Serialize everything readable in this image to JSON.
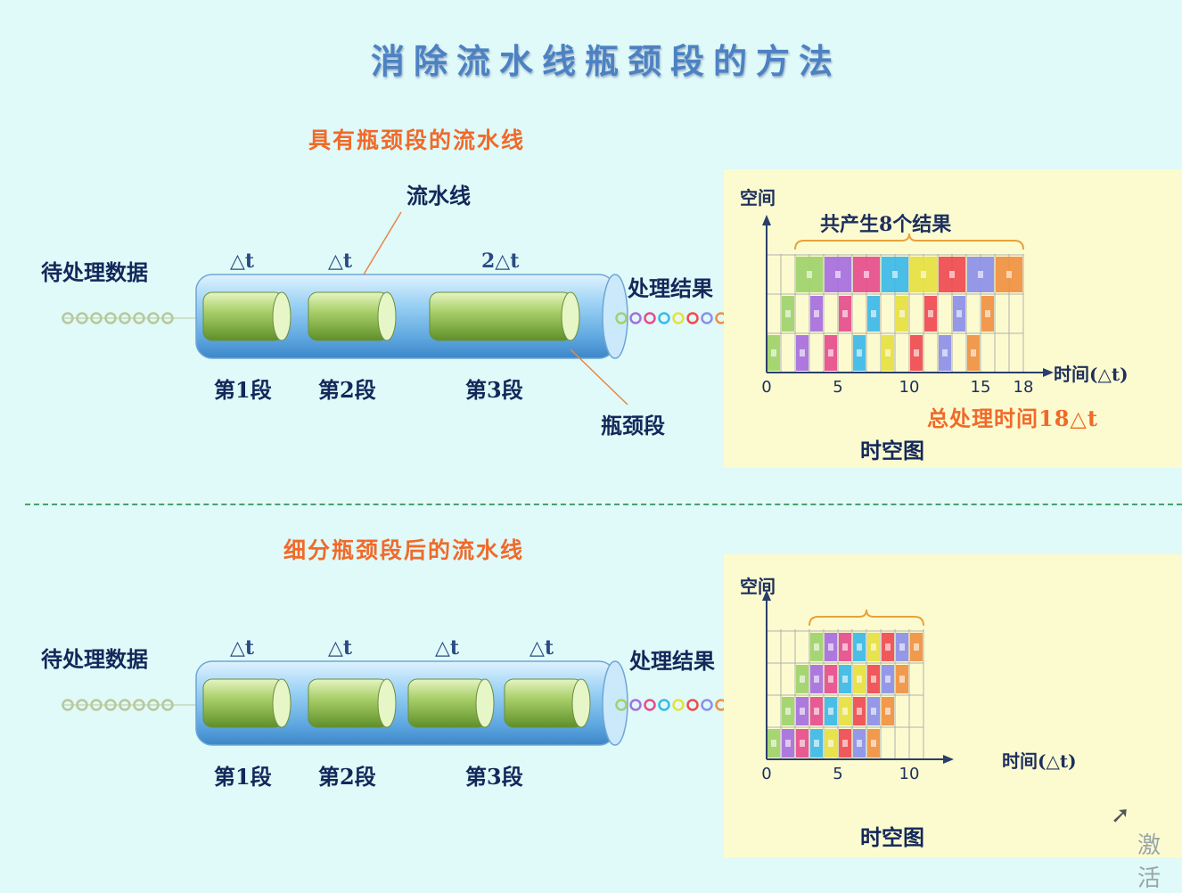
{
  "title": "消除流水线瓶颈段的方法",
  "top": {
    "subtitle": "具有瓶颈段的流水线",
    "pipeline_label": "流水线",
    "input_label": "待处理数据",
    "output_label": "处理结果",
    "bottleneck_label": "瓶颈段",
    "stage_times": [
      "△t",
      "△t",
      "2△t"
    ],
    "stage_labels": [
      "第1段",
      "第2段",
      "第3段"
    ],
    "chart": {
      "y_label": "空间",
      "x_label": "时间(△t)",
      "brace_label": "共产生8个结果",
      "x_ticks": [
        "0",
        "5",
        "10",
        "15",
        "18"
      ],
      "total_label": "总处理时间18△t",
      "caption": "时空图"
    }
  },
  "bottom": {
    "subtitle": "细分瓶颈段后的流水线",
    "input_label": "待处理数据",
    "output_label": "处理结果",
    "stage_times": [
      "△t",
      "△t",
      "△t",
      "△t"
    ],
    "stage_labels": [
      "第1段",
      "第2段",
      "第3段"
    ],
    "chart": {
      "y_label": "空间",
      "x_label": "时间(△t)",
      "x_ticks": [
        "0",
        "5",
        "10"
      ],
      "caption": "时空图"
    }
  },
  "colors": {
    "title": "#4d82c2",
    "subtitle": "#f06a2a",
    "label": "#13285a",
    "panel": "#fcfbd0",
    "item_colors": [
      "#9ed36a",
      "#a66ee0",
      "#e64c8c",
      "#3bb8e8",
      "#e6e040",
      "#f04a50",
      "#8c8fe8",
      "#f09040"
    ]
  },
  "chart_data": [
    {
      "type": "table",
      "title": "具有瓶颈段的流水线 时空图",
      "x_range": [
        0,
        18
      ],
      "x_ticks": [
        0,
        5,
        10,
        15,
        18
      ],
      "stages": [
        "第1段",
        "第2段",
        "第3段"
      ],
      "stage_durations": [
        1,
        1,
        2
      ],
      "items": 8,
      "total_time": 18
    },
    {
      "type": "table",
      "title": "细分瓶颈段后的流水线 时空图",
      "x_range": [
        0,
        11
      ],
      "x_ticks": [
        0,
        5,
        10
      ],
      "stages": 4,
      "stage_durations": [
        1,
        1,
        1,
        1
      ],
      "items": 8,
      "total_time": 11
    }
  ]
}
